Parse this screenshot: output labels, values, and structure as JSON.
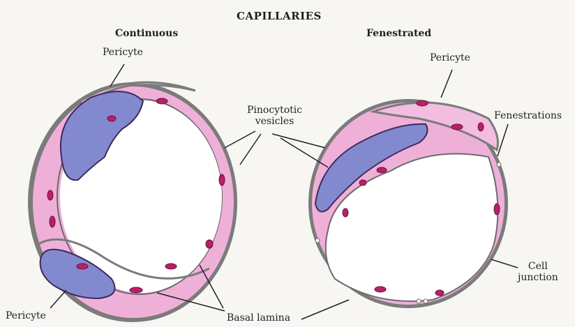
{
  "title": "CAPILLARIES",
  "panels": {
    "continuous": {
      "heading": "Continuous",
      "pericyte_top": "Pericyte",
      "pericyte_bottom": "Pericyte"
    },
    "fenestrated": {
      "heading": "Fenestrated",
      "pericyte": "Pericyte",
      "fenestrations": "Fenestrations",
      "cell_junction_line1": "Cell",
      "cell_junction_line2": "junction"
    }
  },
  "shared": {
    "pinocytotic_line1": "Pinocytotic",
    "pinocytotic_line2": "vesicles",
    "basal_lamina": "Basal lamina"
  },
  "colors": {
    "background": "#f7f6f2",
    "basal_lamina": "#7b7b7b",
    "cytoplasm": "#efb0d8",
    "nucleus": "#8389cf",
    "nucleus_outline": "#3a2c5a",
    "organelle": "#b8206a"
  }
}
